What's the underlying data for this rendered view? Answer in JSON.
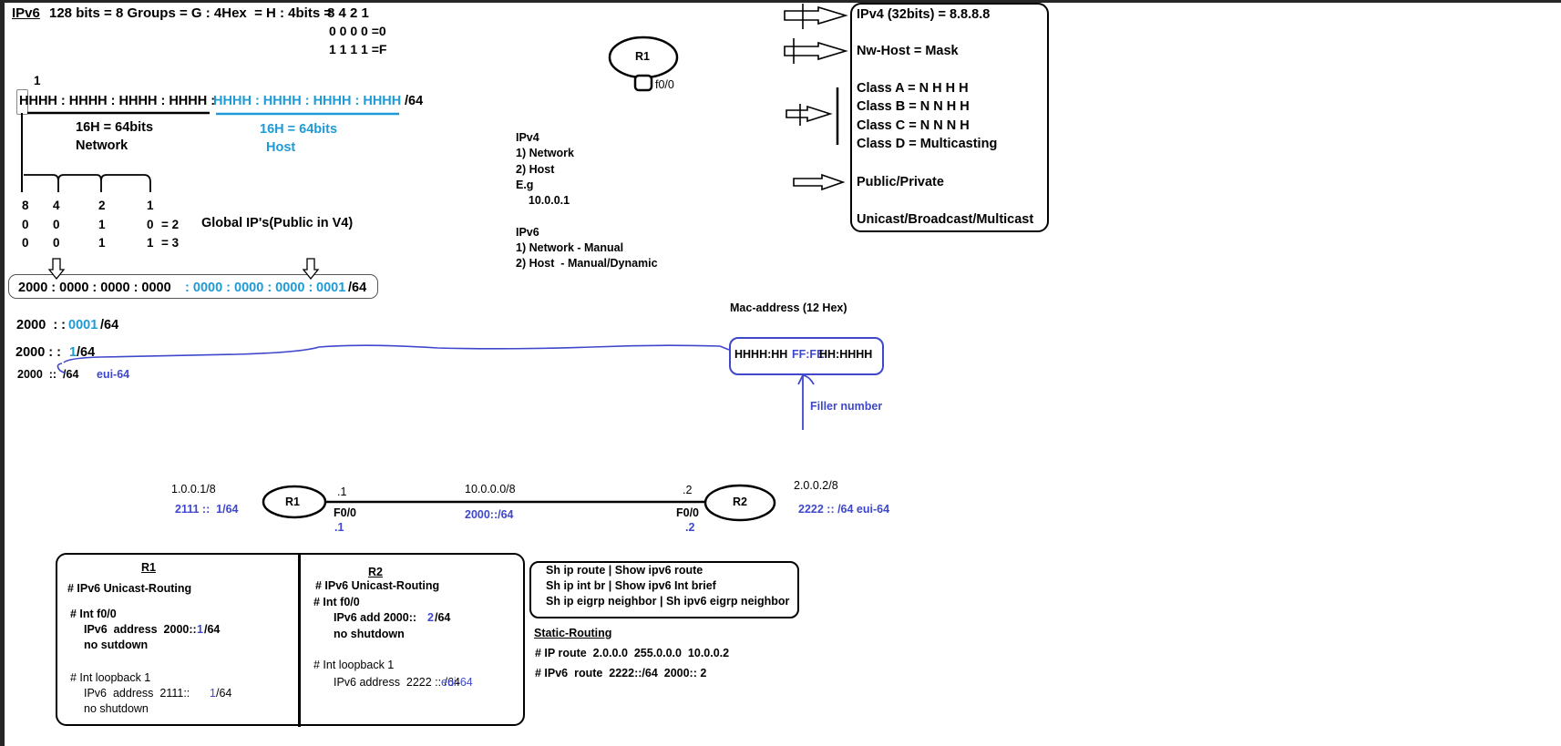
{
  "header": {
    "title": "IPv6",
    "definition": "128 bits = 8 Groups = G : 4Hex  = H : 4bits =",
    "bit_weights": "8 4 2 1",
    "bin_zero": "0 0 0 0 =0",
    "bin_f": "1 1 1 1 =F"
  },
  "ipv6_format": {
    "marker": "1",
    "network_part": "HHHH : HHHH : HHHH : HHHH :",
    "host_part": " HHHH : HHHH : HHHH : HHHH",
    "prefix": " /64",
    "network_size": "16H = 64bits",
    "network_label": "Network",
    "host_size": "16H = 64bits",
    "host_label": "Host"
  },
  "binary_table": {
    "weights": [
      "8",
      "4",
      "2",
      "1"
    ],
    "row1": [
      "0",
      "0",
      "1",
      "0",
      "= 2"
    ],
    "row2": [
      "0",
      "0",
      "1",
      "1",
      "= 3"
    ],
    "note": "Global IP's(Public in V4)"
  },
  "full_address": {
    "network": "2000 : 0000 : 0000 : 0000",
    "host_prefix": " : 0000 : 0000 : 0000 : ",
    "host_last": "0001",
    "prefix": "/64"
  },
  "compressed": {
    "line1_a": "2000  : : ",
    "line1_b": "0001",
    "line1_c": "/64",
    "line2_a": "2000 : :  ",
    "line2_b": "1",
    "line2_c": "/64",
    "line3_a": "2000  ::  /64",
    "line3_b": "eui-64"
  },
  "mac": {
    "title": "Mac-address (12 Hex)",
    "part1": "HHHH:HH ",
    "filler": "FF:FE",
    "part2": "HH:HHHH",
    "filler_label": "Filler number"
  },
  "router_small": {
    "label": "R1",
    "interface": "f0/0"
  },
  "ipv4_notes": {
    "title": "IPv4",
    "items": [
      "1) Network",
      "2) Host",
      "E.g",
      "    10.0.0.1"
    ]
  },
  "ipv6_notes": {
    "title": "IPv6",
    "items": [
      "1) Network - Manual",
      "2) Host  - Manual/Dynamic"
    ]
  },
  "ipv4_box": {
    "lines": [
      "IPv4 (32bits) = 8.8.8.8",
      "Nw-Host = Mask",
      "Class A = N H H H",
      "Class B = N N H H",
      "Class C = N N N H",
      "Class D = Multicasting",
      "Public/Private",
      "Unicast/Broadcast/Multicast"
    ]
  },
  "topology": {
    "r1": {
      "label": "R1",
      "loopback_v4": "1.0.0.1/8",
      "loopback_v6": "2111 ::  1/64",
      "iface": "F0/0",
      "host_v4": ".1",
      "host_v6": ".1"
    },
    "r2": {
      "label": "R2",
      "loopback_v4": "2.0.0.2/8",
      "loopback_v6": "2222 :: /64 eui-64",
      "iface": "F0/0",
      "host_v4": ".2",
      "host_v6": ".2"
    },
    "link_v4": "10.0.0.0/8",
    "link_v6": "2000::/64"
  },
  "config_r1": {
    "title": "R1",
    "l1": "# IPv6 Unicast-Routing",
    "l2": "# Int f0/0",
    "l3a": "IPv6  address  2000:: ",
    "l3b": "1",
    "l3c": "/64",
    "l4": "no sutdown",
    "l5": "# Int loopback 1",
    "l6a": "IPv6  address  2111:: ",
    "l6b": "1",
    "l6c": "/64",
    "l7": "no shutdown"
  },
  "config_r2": {
    "title": "R2",
    "l1": "# IPv6 Unicast-Routing",
    "l2": "# Int f0/0",
    "l3a": "IPv6 add 2000:: ",
    "l3b": "2",
    "l3c": "/64",
    "l4": "no shutdown",
    "l5": "# Int loopback 1",
    "l6a": "IPv6 address  2222 :: /64 ",
    "l6b": "eui-64"
  },
  "show_commands": [
    "Sh ip route | Show ipv6 route",
    "Sh ip int br | Show ipv6 Int brief",
    "Sh ip eigrp neighbor | Sh ipv6 eigrp neighbor"
  ],
  "static_routing": {
    "title": "Static-Routing",
    "v4": "# IP route  2.0.0.0  255.0.0.0  10.0.0.2",
    "v6": "# IPv6  route  2222::/64  2000:: 2"
  }
}
